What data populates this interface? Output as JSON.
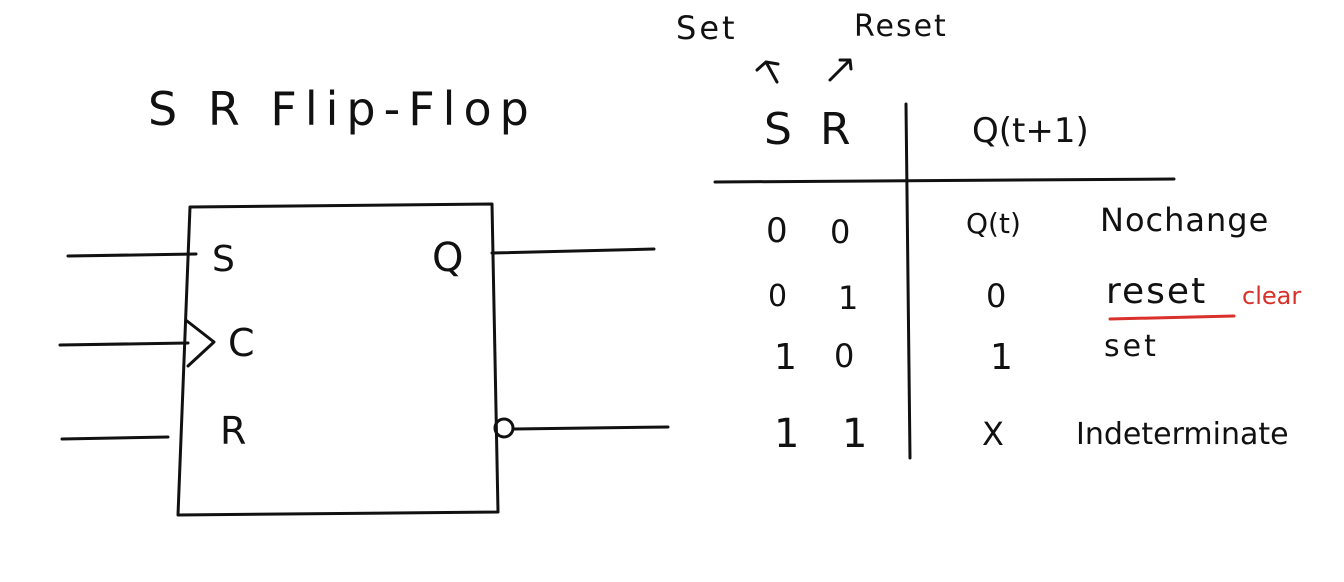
{
  "colors": {
    "ink": "#111111",
    "highlight": "#d8302a"
  },
  "diagram": {
    "title": "S R Flip-Flop",
    "inputs": {
      "s": "S",
      "c": "C",
      "r": "R"
    },
    "output_q": "Q"
  },
  "truth_table": {
    "annotation_set": "Set",
    "annotation_reset": "Reset",
    "header_s": "S",
    "header_r": "R",
    "header_next": "Q(t+1)",
    "rows": [
      {
        "s": "0",
        "r": "0",
        "q": "Q(t)",
        "desc": "Nochange",
        "note": ""
      },
      {
        "s": "0",
        "r": "1",
        "q": "0",
        "desc": "reset",
        "note": "clear"
      },
      {
        "s": "1",
        "r": "0",
        "q": "1",
        "desc": "set",
        "note": ""
      },
      {
        "s": "1",
        "r": "1",
        "q": "X",
        "desc": "Indeterminate",
        "note": ""
      }
    ]
  }
}
